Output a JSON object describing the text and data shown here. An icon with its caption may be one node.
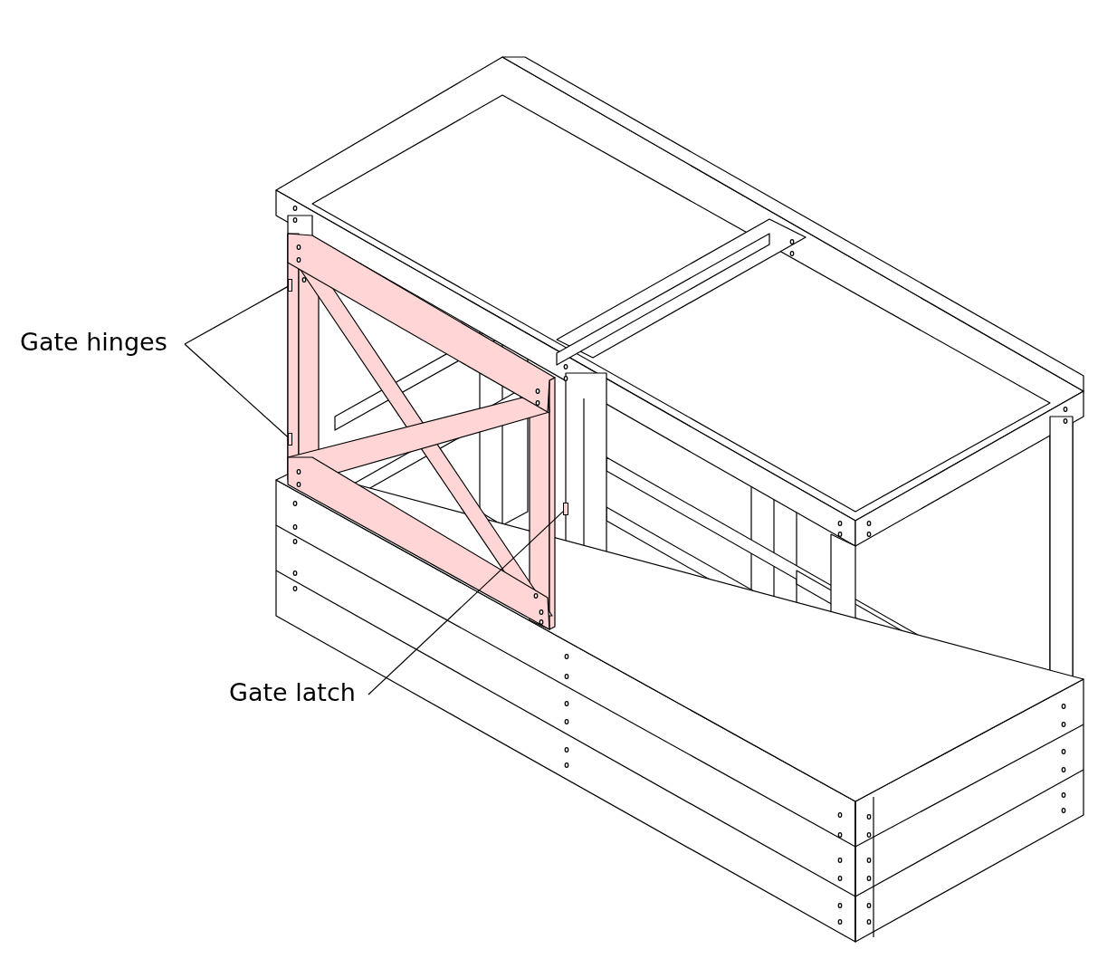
{
  "diagram": {
    "nodes": [
      {
        "text": [
          "Gate hinges"
        ]
      },
      {
        "text": [
          "Gate latch"
        ]
      },
      {
        "text": [],
        "shape": "box"
      },
      {
        "text": [],
        "shape": "box"
      },
      {
        "text": [],
        "shape": "box"
      }
    ],
    "edges": [
      {
        "from": 0,
        "to": 2,
        "arrow": "none"
      },
      {
        "from": 0,
        "to": 3,
        "arrow": "none"
      },
      {
        "from": 1,
        "to": 4,
        "arrow": "none"
      }
    ]
  }
}
